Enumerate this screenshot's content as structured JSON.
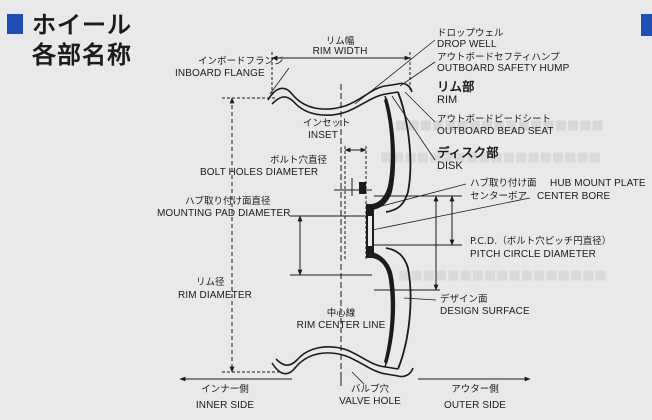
{
  "section": {
    "title_line1": "ホイール",
    "title_line2": "各部名称",
    "accent_color": "#1d4fb6"
  },
  "labels": {
    "rim_width": {
      "ja": "リム幅",
      "en": "RIM WIDTH"
    },
    "inboard_flange": {
      "ja": "インボードフランジ",
      "en": "INBOARD FLANGE"
    },
    "drop_well": {
      "ja": "ドロップウェル",
      "en": "DROP WELL"
    },
    "outboard_safety_hump": {
      "ja": "アウトボードセフティハンプ",
      "en": "OUTBOARD SAFETY HUMP"
    },
    "rim": {
      "ja": "リム部",
      "en": "RIM"
    },
    "inset": {
      "ja": "インセット",
      "en": "INSET"
    },
    "outboard_bead_seat": {
      "ja": "アウトボードビードシート",
      "en": "OUTBOARD BEAD SEAT"
    },
    "bolt_holes_diameter": {
      "ja": "ボルト穴直径",
      "en": "BOLT HOLES DIAMETER"
    },
    "disk": {
      "ja": "ディスク部",
      "en": "DISK"
    },
    "hub_mount_plate": {
      "ja": "ハブ取り付け面",
      "en": "HUB MOUNT PLATE"
    },
    "center_bore": {
      "ja": "センターボア",
      "en": "CENTER BORE"
    },
    "mounting_pad_diameter": {
      "ja": "ハブ取り付け面直径",
      "en": "MOUNTING PAD DIAMETER"
    },
    "pcd": {
      "ja": "P.C.D.（ボルト穴ピッチ円直径）",
      "en": "PITCH CIRCLE DIAMETER"
    },
    "rim_diameter": {
      "ja": "リム径",
      "en": "RIM DIAMETER"
    },
    "rim_center_line": {
      "ja": "中心線",
      "en": "RIM CENTER LINE"
    },
    "design_surface": {
      "ja": "デザイン面",
      "en": "DESIGN SURFACE"
    },
    "inner_side": {
      "ja": "インナー側",
      "en": "INNER SIDE"
    },
    "valve_hole": {
      "ja": "バルブ穴",
      "en": "VALVE HOLE"
    },
    "outer_side": {
      "ja": "アウター側",
      "en": "OUTER SIDE"
    }
  }
}
